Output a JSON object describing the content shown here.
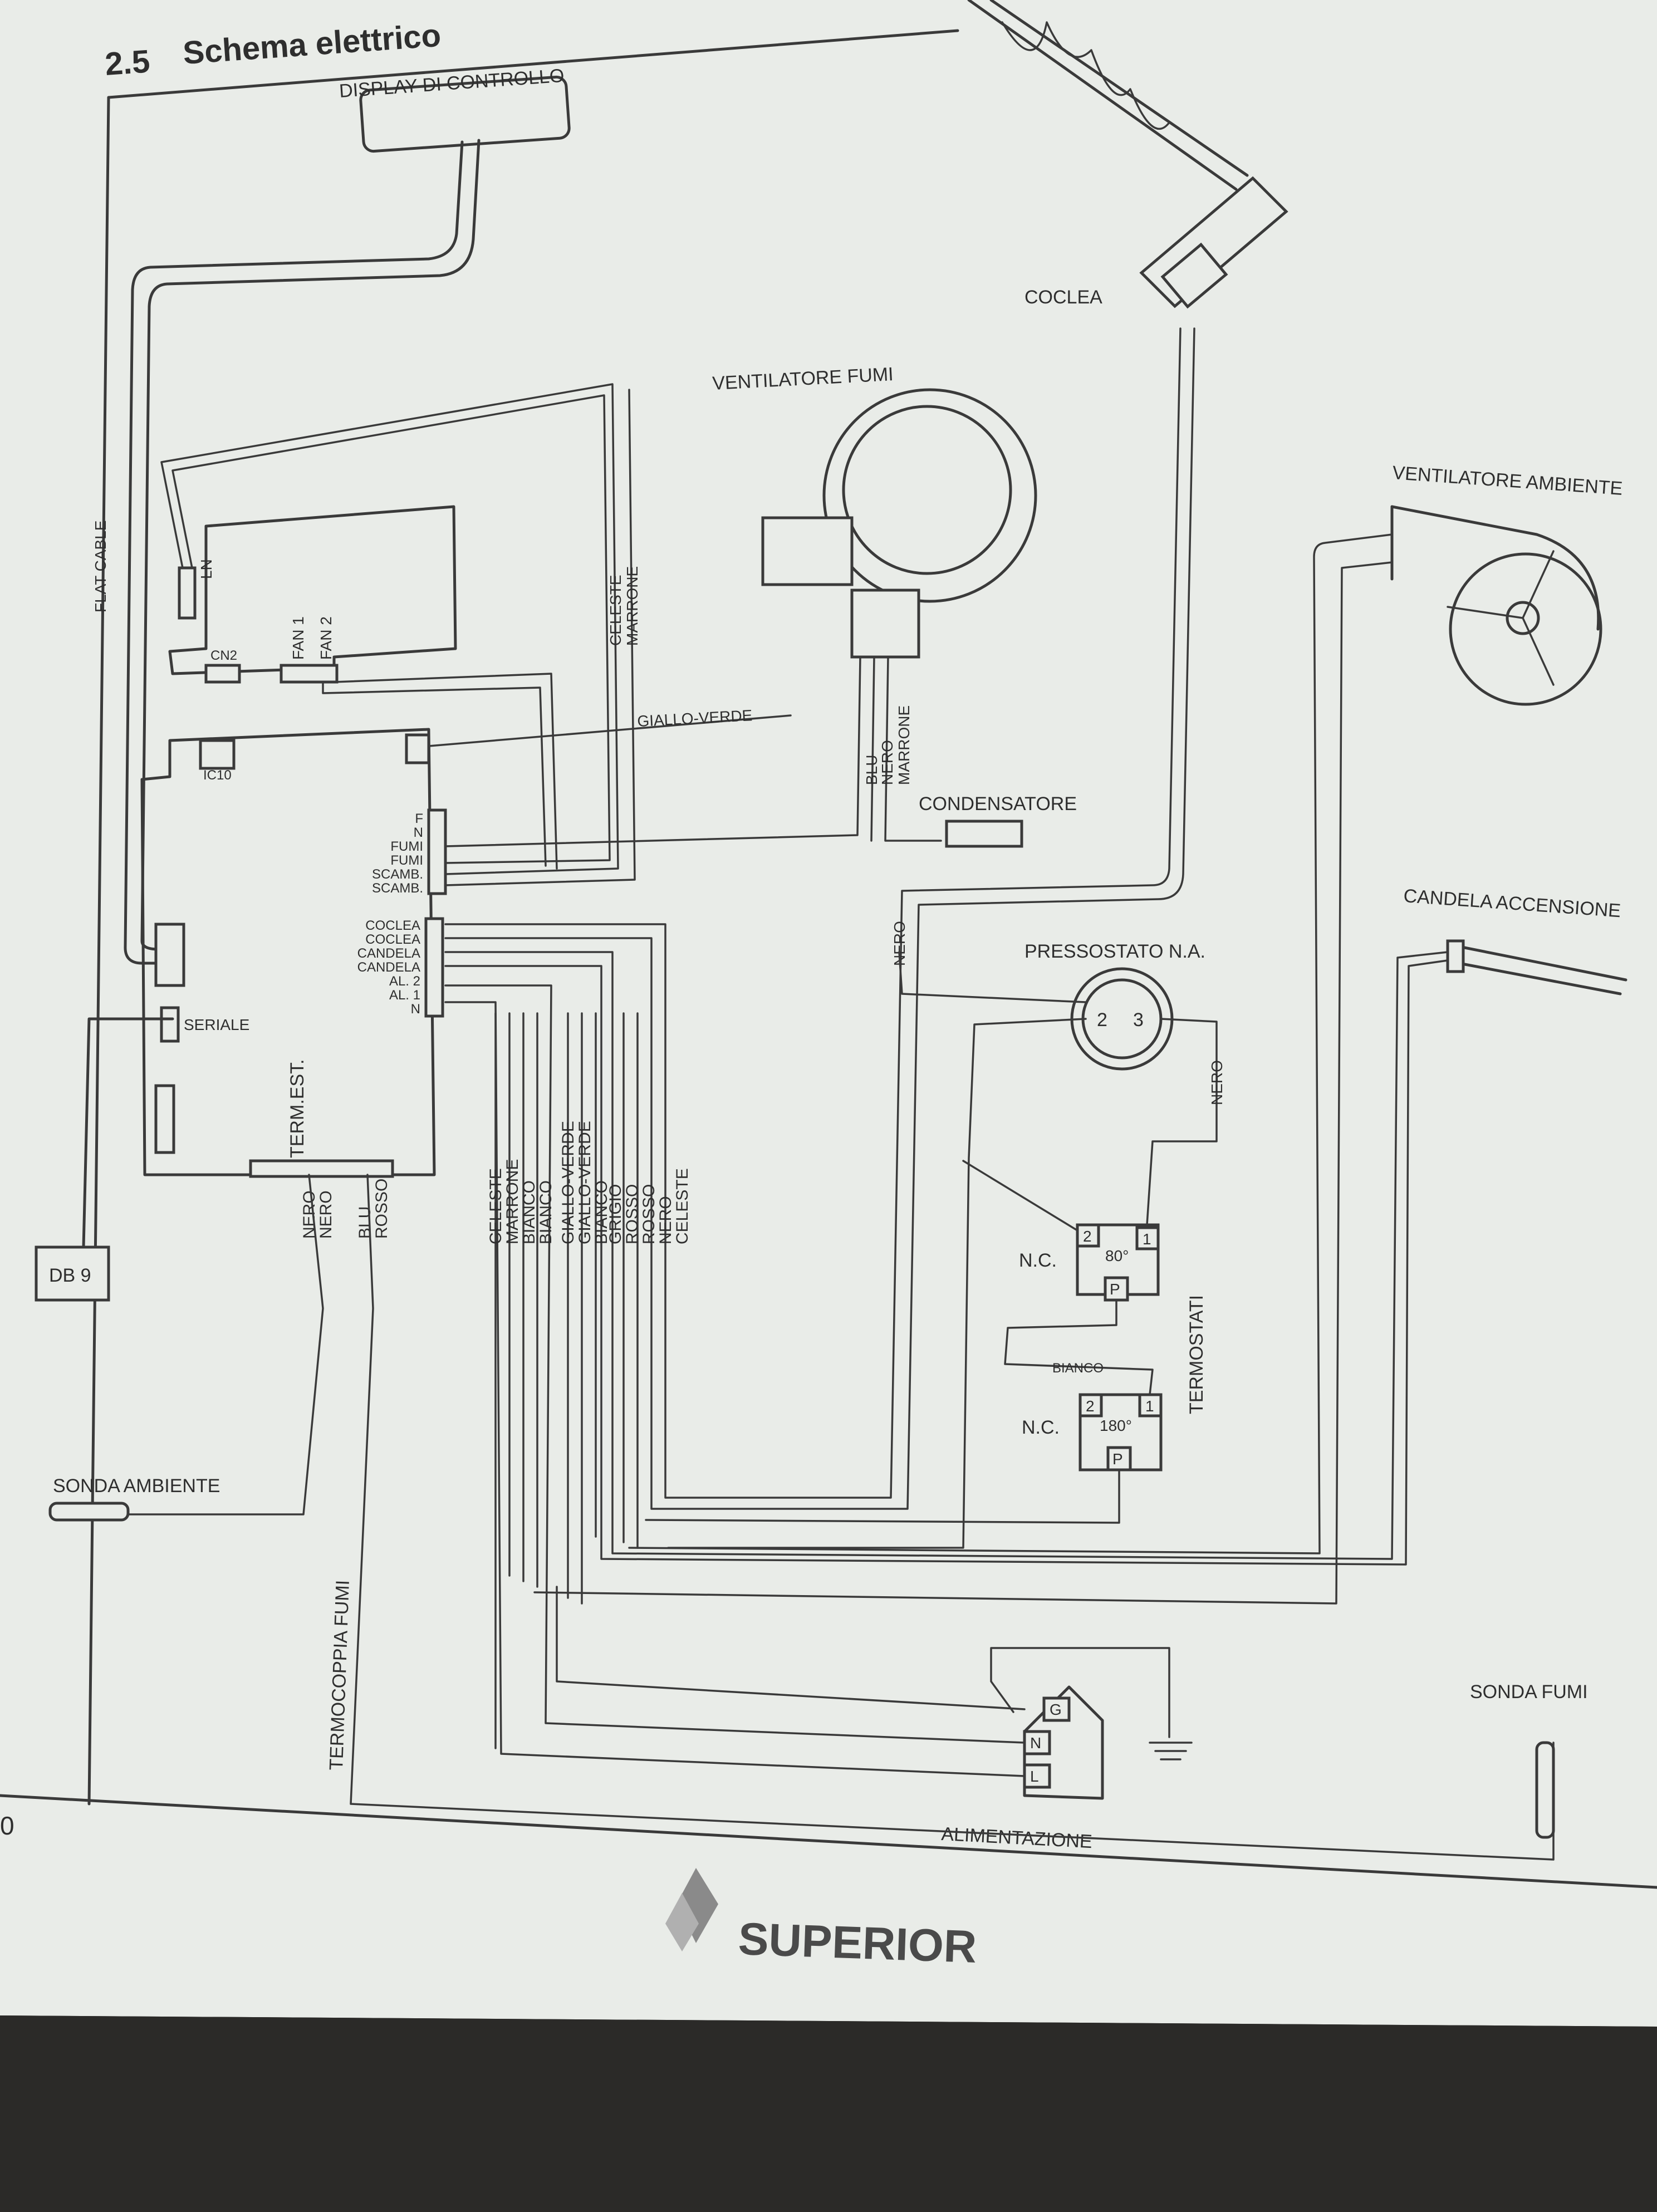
{
  "section": {
    "number": "2.5",
    "title": "Schema elettrico"
  },
  "page_number": "0",
  "brand": "SUPERIOR",
  "labels": {
    "display": "DISPLAY DI CONTROLLO",
    "flat_cable": "FLAT CABLE",
    "coclea": "COCLEA",
    "ventilatore_fumi": "VENTILATORE FUMI",
    "ventilatore_ambiente": "VENTILATORE AMBIENTE",
    "candela_accensione": "CANDELA ACCENSIONE",
    "condensatore": "CONDENSATORE",
    "pressostato": "PRESSOSTATO N.A.",
    "termostati": "TERMOSTATI",
    "sonda_ambiente": "SONDA AMBIENTE",
    "sonda_fumi": "SONDA FUMI",
    "termocoppia_fumi": "TERMOCOPPIA FUMI",
    "alimentazione": "ALIMENTAZIONE",
    "db9": "DB 9",
    "seriale": "SERIALE",
    "term_est": "TERM.EST.",
    "cn2": "CN2",
    "ic10": "IC10",
    "ln": "LN",
    "fan1": "FAN 1",
    "fan2": "FAN 2",
    "giallo_verde": "GIALLO-VERDE",
    "nero": "NERO",
    "nero2": "NERO",
    "bianco": "BIANCO",
    "nc1": "N.C.",
    "nc2": "N.C.",
    "t80": "80°",
    "t180": "180°",
    "p": "P",
    "p2": "P",
    "n1": "1",
    "n2": "2",
    "n1b": "1",
    "n2b": "2",
    "press2": "2",
    "press3": "3",
    "g": "G",
    "n": "N",
    "l": "L"
  },
  "fan_wires": [
    "BLU",
    "NERO",
    "MARRONE"
  ],
  "top_wires": [
    "CELESTE",
    "MARRONE"
  ],
  "terminals_upper": [
    "F",
    "N",
    "FUMI",
    "FUMI",
    "SCAMB.",
    "SCAMB."
  ],
  "terminals_lower": [
    "COCLEA",
    "COCLEA",
    "CANDELA",
    "CANDELA",
    "AL. 2",
    "AL. 1",
    "N"
  ],
  "bottom_wires_left": [
    "NERO",
    "NERO",
    "BLU",
    "ROSSO"
  ],
  "bottom_wires_right": [
    "CELESTE",
    "MARRONE",
    "BIANCO",
    "BIANCO",
    "GIALLO-VERDE",
    "GIALLO-VERDE",
    "BIANCO",
    "GRIGIO",
    "ROSSO",
    "ROSSO",
    "NERO",
    "CELESTE"
  ],
  "colors": {
    "paper": "#e9ece8",
    "ink": "#3a3a3a",
    "background": "#2b2a28"
  }
}
